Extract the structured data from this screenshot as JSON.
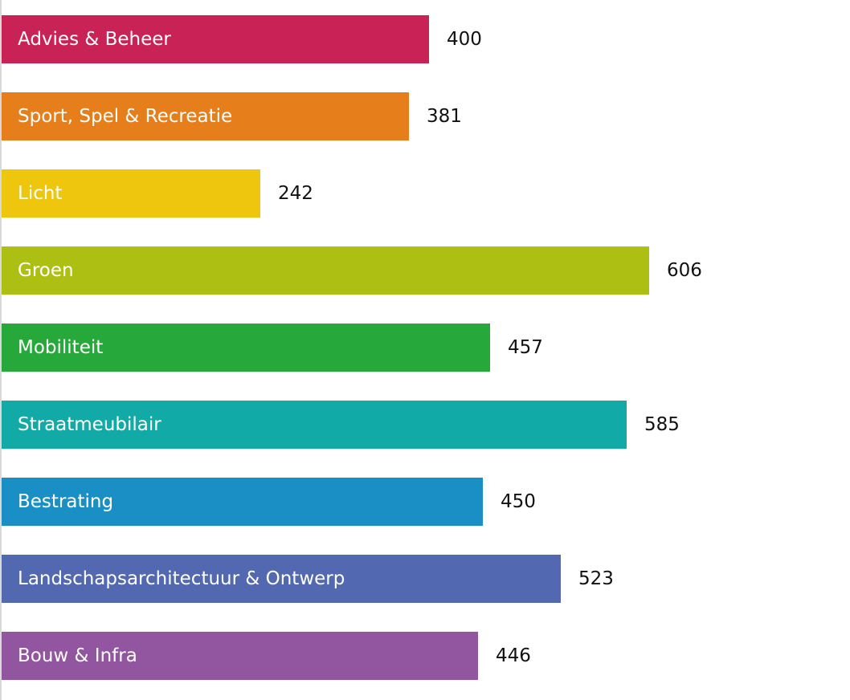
{
  "chart_data": {
    "type": "bar",
    "orientation": "horizontal",
    "title": "",
    "xlabel": "",
    "ylabel": "",
    "xlim": [
      0,
      660
    ],
    "grid": false,
    "legend": "none",
    "categories": [
      "Advies & Beheer",
      "Sport, Spel & Recreatie",
      "Licht",
      "Groen",
      "Mobiliteit",
      "Straatmeubilair",
      "Bestrating",
      "Landschapsarchitectuur & Ontwerp",
      "Bouw & Infra"
    ],
    "values": [
      400,
      381,
      242,
      606,
      457,
      585,
      450,
      523,
      446
    ],
    "value_labels": [
      "400",
      "381",
      "242",
      "606",
      "457",
      "585",
      "450",
      "523",
      "446"
    ],
    "colors": [
      "#c82257",
      "#e57e1b",
      "#efc60e",
      "#aebf14",
      "#27a83a",
      "#12aaa6",
      "#1a8fc6",
      "#5268b0",
      "#92559f"
    ]
  }
}
